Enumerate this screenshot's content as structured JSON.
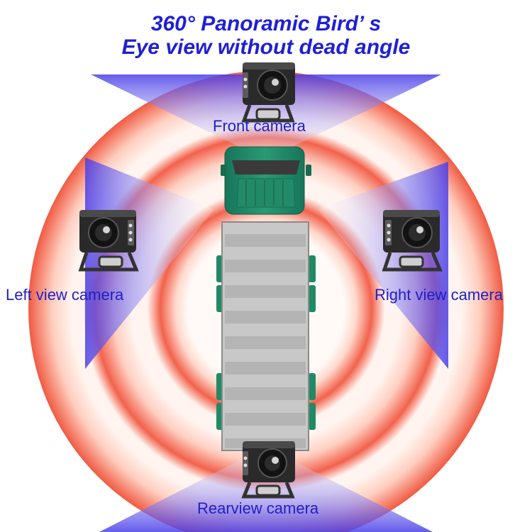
{
  "title": {
    "line1": "360° Panoramic Bird’ s",
    "line2": "Eye view without dead angle"
  },
  "cameras": {
    "front": "Front camera",
    "left": "Left view camera",
    "right": "Right view camera",
    "rear": "Rearview camera"
  },
  "colors": {
    "title": "#1f1fd6",
    "label": "#1f1fc8",
    "ring": "#f2624c",
    "view_cone": "#5a46ee",
    "truck_cab": "#1f8a66",
    "truck_box": "#c2c2c2"
  }
}
